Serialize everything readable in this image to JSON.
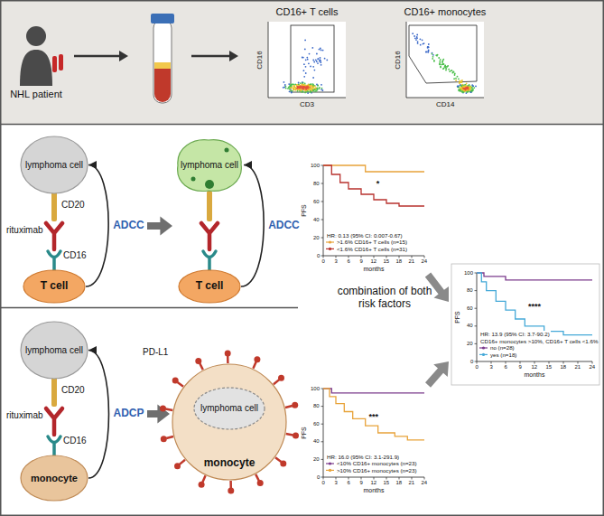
{
  "diagram": {
    "nodes": [
      {
        "text": [
          "lymphoma cell"
        ]
      },
      {
        "text": [
          "T cell"
        ]
      },
      {
        "text": [
          "lymphoma cell"
        ]
      },
      {
        "text": [
          "T cell"
        ]
      },
      {
        "text": [
          "lymphoma cell"
        ]
      },
      {
        "text": [
          "monocyte"
        ]
      },
      {
        "text": [
          "monocyte"
        ]
      },
      {
        "text": [
          "lymphoma cell"
        ],
        "in": 6
      }
    ],
    "edges": [
      {
        "from": 1,
        "to": 0,
        "arrow": "to",
        "label": "ADCC"
      },
      {
        "from": 3,
        "to": 2,
        "arrow": "to",
        "label": "ADCC"
      },
      {
        "from": 5,
        "to": 4,
        "arrow": "to",
        "label": "ADCP"
      }
    ],
    "labels": [
      "NHL patient",
      "CD16+ T cells",
      "CD16+ monocytes",
      "CD16",
      "CD3",
      "CD16",
      "CD14",
      "CD20",
      "rituximab",
      "CD16",
      "combination of both risk factors",
      "CD20",
      "rituximab",
      "CD16",
      "PD-L1",
      "PFS",
      "100",
      "80",
      "60",
      "40",
      "20",
      "0",
      "0",
      "3",
      "6",
      "9",
      "12",
      "15",
      "18",
      "21",
      "24",
      "months",
      "HR: 0.13 (95% CI: 0.007-0.67)",
      "*",
      "PFS",
      "100",
      "80",
      "60",
      "40",
      "20",
      "0",
      "0",
      "3",
      "6",
      "9",
      "12",
      "15",
      "18",
      "21",
      "24",
      "months",
      "HR: 16.0 (95% CI: 3.1-291.9)",
      "***",
      "PFS",
      "100",
      "80",
      "60",
      "40",
      "20",
      "0",
      "0",
      "3",
      "6",
      "9",
      "12",
      "15",
      "18",
      "21",
      "24",
      "months",
      "HR: 13.9 (95% CI: 3.7-90.2)",
      "CD16+ monocytes >10%, CD16+ T cells <1.6%",
      "****"
    ],
    "legend": [
      {
        "text": ">1.6% CD16+ T cells (n=15)"
      },
      {
        "text": "<1.6% CD16+ T cells (n=31)"
      },
      {
        "text": "<10% CD16+ monocytes (n=23)"
      },
      {
        "text": ">10% CD16+ monocytes (n=23)"
      },
      {
        "text": "no (n=28)"
      },
      {
        "text": "yes (n=18)"
      }
    ]
  }
}
